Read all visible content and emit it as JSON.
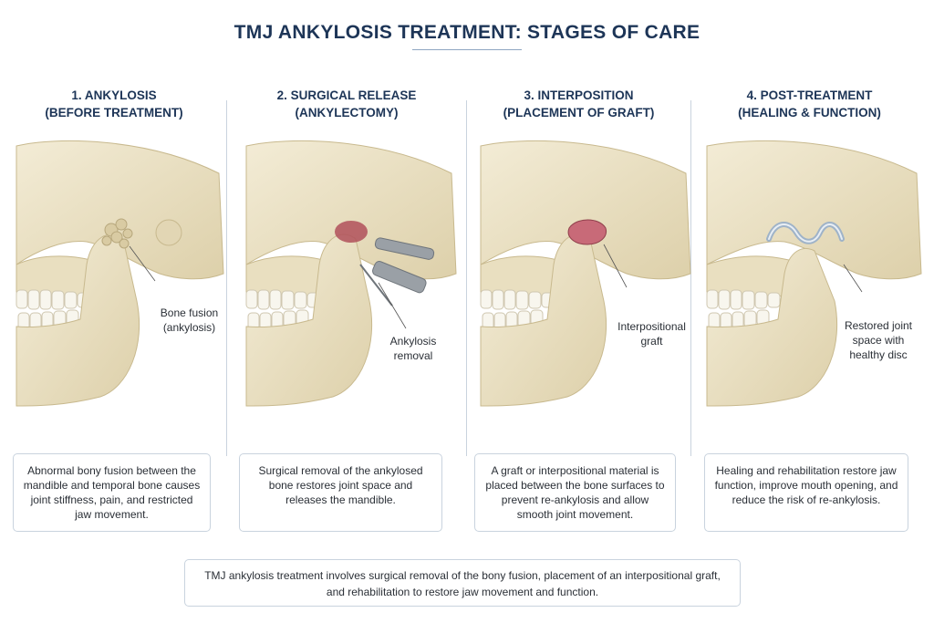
{
  "title": "TMJ ANKYLOSIS TREATMENT: STAGES OF CARE",
  "panels": [
    {
      "heading_line1": "1. ANKYLOSIS",
      "heading_line2": "(BEFORE TREATMENT)",
      "callout_line1": "Bone fusion",
      "callout_line2": "(ankylosis)",
      "description": "Abnormal bony fusion between the mandible and temporal bone causes joint stiffness, pain, and restricted jaw movement."
    },
    {
      "heading_line1": "2. SURGICAL RELEASE",
      "heading_line2": "(ANKYLECTOMY)",
      "callout_line1": "Ankylosis",
      "callout_line2": "removal",
      "description": "Surgical removal of the ankylosed bone restores joint space and releases the mandible."
    },
    {
      "heading_line1": "3. INTERPOSITION",
      "heading_line2": "(PLACEMENT OF GRAFT)",
      "callout_line1": "Interpositional",
      "callout_line2": "graft",
      "description": "A graft or interpositional material is placed between the bone surfaces to prevent re-ankylosis and allow smooth joint movement."
    },
    {
      "heading_line1": "4. POST-TREATMENT",
      "heading_line2": "(HEALING & FUNCTION)",
      "callout_line1": "Restored joint",
      "callout_line2": "space with",
      "callout_line3": "healthy disc",
      "description": "Healing and rehabilitation restore jaw function, improve mouth opening, and reduce the risk of re-ankylosis."
    }
  ],
  "summary_line1": "TMJ ankylosis treatment involves surgical removal of the bony fusion, placement of an interpositional graft,",
  "summary_line2": "and rehabilitation to restore jaw movement and function.",
  "colors": {
    "heading": "#1d3557",
    "bone": "#ede3c6",
    "bone_shade": "#d8c9a0",
    "fusion": "#d9cba3",
    "tissue": "#b0505a",
    "graft": "#c86a78",
    "disc": "#9fb3c8",
    "instrument": "#9aa0a6"
  }
}
